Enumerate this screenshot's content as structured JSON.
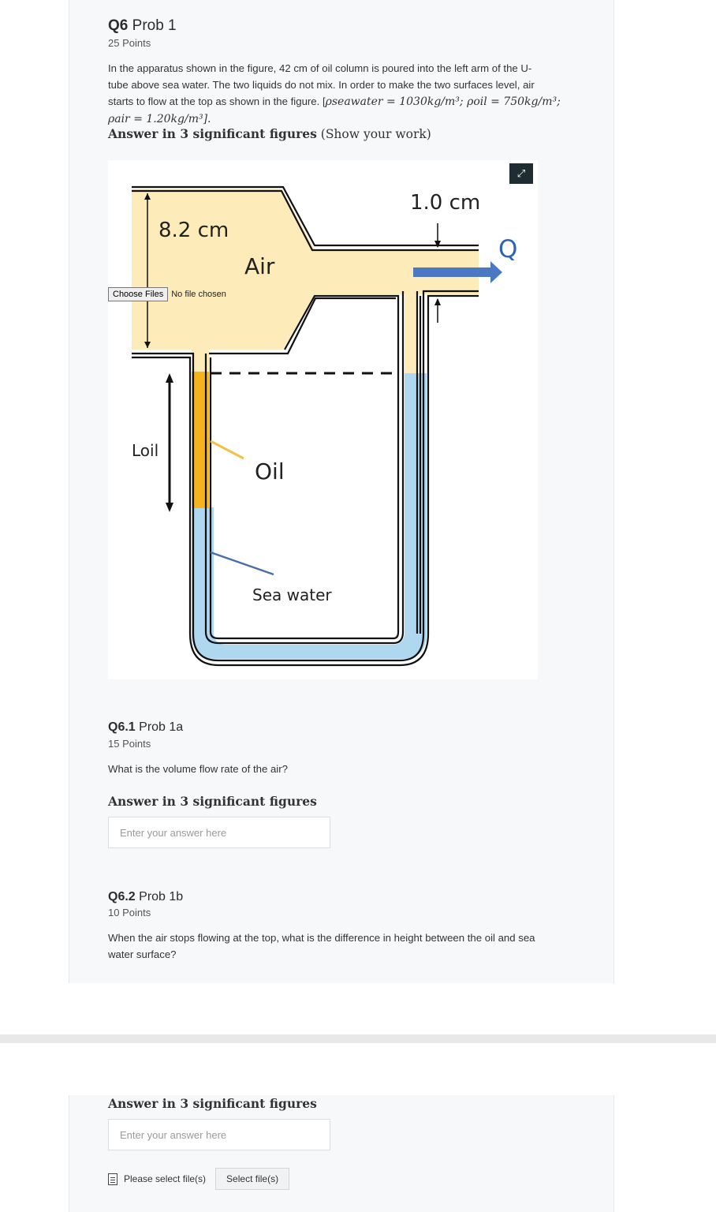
{
  "q6": {
    "number": "Q6",
    "title": "Prob 1",
    "points": "25 Points",
    "text_1": "In the apparatus shown in the figure, 42 cm of oil column is poured into the left arm of the U-",
    "text_2": "tube above sea water.  The two liquids do not mix.  In order to make the two surfaces level, air",
    "text_3": "starts to flow at the top as shown in the figure. [",
    "rho_seawater": "ρseawater = 1030kg/m³; ",
    "rho_oil": "ρoil = 750kg/m³;",
    "rho_air": "ρair = 1.20kg/m³].",
    "answer_note_bold": "Answer in 3 significant figures",
    "answer_note_rest": " (Show your work)"
  },
  "figure": {
    "label_height": "8.2 cm",
    "label_gap": "1.0 cm",
    "label_air": "Air",
    "label_q": "Q",
    "label_loil": "Loil",
    "label_oil": "Oil",
    "label_seawater": "Sea water",
    "colors": {
      "air": "#fdebb9",
      "oil": "#f5b31f",
      "seawater": "#afd8f0",
      "arrow": "#4a78c2",
      "q": "#2e64b4"
    }
  },
  "upload": {
    "button_label": "Choose Files",
    "status": "No file chosen"
  },
  "q61": {
    "number": "Q6.1",
    "title": "Prob 1a",
    "points": "15 Points",
    "question": "What is the volume flow rate of the air?",
    "answer_note": "Answer in 3 significant figures",
    "placeholder": "Enter your answer here"
  },
  "q62": {
    "number": "Q6.2",
    "title": "Prob 1b",
    "points": "10 Points",
    "question_1": "When the air stops flowing at the top, what is the difference in height between the oil and sea",
    "question_2": "water surface?",
    "answer_note": "Answer in 3 significant figures",
    "placeholder": "Enter your answer here",
    "file_prompt": "Please select file(s)",
    "file_button": "Select file(s)"
  }
}
